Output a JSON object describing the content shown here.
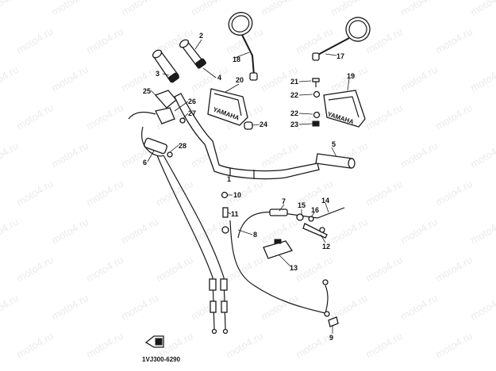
{
  "watermark": "moto4.ru",
  "diagram_code": "1VJ300-6290",
  "brand_text": "YAMAHA",
  "parts": [
    "1",
    "2",
    "3",
    "4",
    "5",
    "6",
    "7",
    "8",
    "9",
    "10",
    "11",
    "12",
    "13",
    "14",
    "15",
    "16",
    "17",
    "18",
    "19",
    "20",
    "21",
    "22",
    "23",
    "24",
    "25",
    "26",
    "27",
    "28"
  ]
}
